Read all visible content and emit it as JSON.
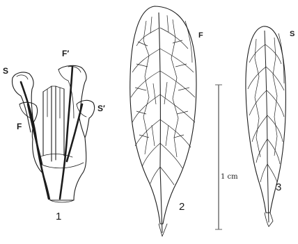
{
  "labels": {
    "s": "S",
    "f_prime": "F′",
    "s_prime": "S′",
    "f": "F",
    "fig1_number": "1",
    "fig2_letter": "F",
    "fig2_number": "2",
    "fig3_letter": "S",
    "fig3_number": "3",
    "scale": "1 cm"
  }
}
